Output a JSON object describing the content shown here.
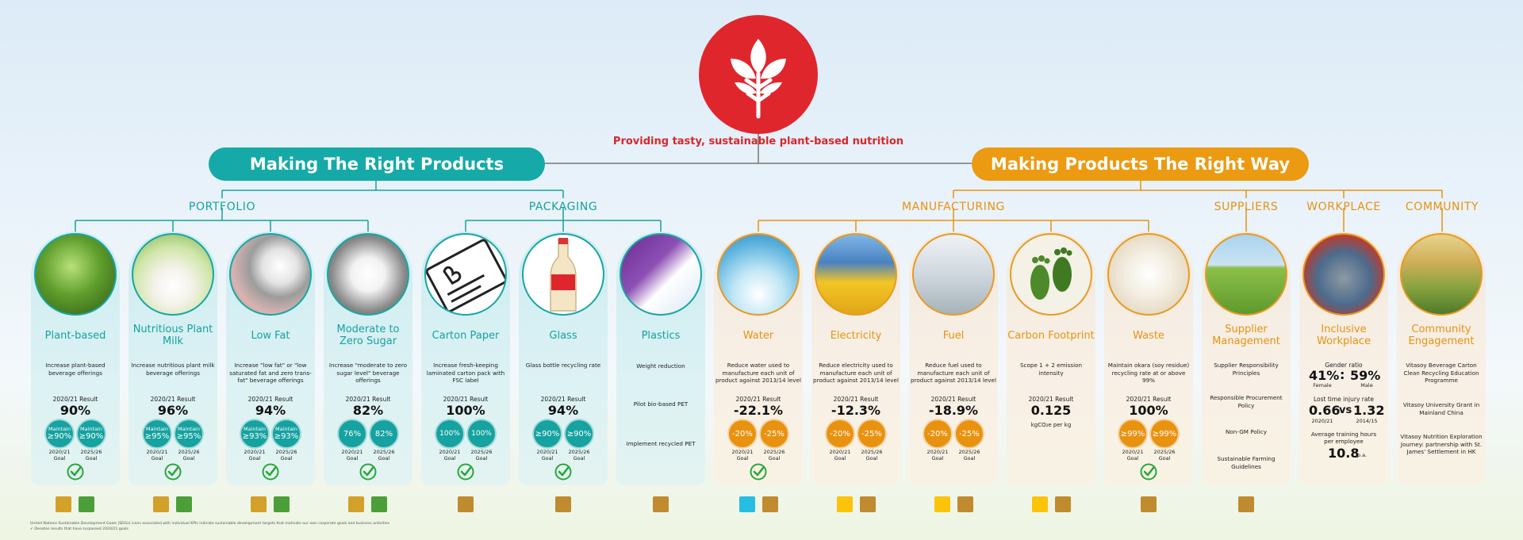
{
  "tagline": "Providing tasty, sustainable plant-based nutrition",
  "left_heading": "Making The Right Products",
  "right_heading": "Making Products The Right Way",
  "categories": {
    "portfolio": "PORTFOLIO",
    "packaging": "PACKAGING",
    "manufacturing": "MANUFACTURING",
    "suppliers": "SUPPLIERS",
    "workplace": "WORKPLACE",
    "community": "COMMUNITY"
  },
  "labels": {
    "result": "2020/21 Result",
    "goal_2021": "2020/21",
    "goal_2526": "2025/26",
    "goal": "Goal",
    "maintain": "Maintain"
  },
  "pillars": [
    {
      "title": "Plant-based",
      "desc": "Increase plant-based beverage offerings",
      "result": "90%",
      "b1": "≥90%",
      "b2": "≥90%",
      "maintain": true
    },
    {
      "title": "Nutritious Plant Milk",
      "desc": "Increase nutritious plant milk beverage offerings",
      "result": "96%",
      "b1": "≥95%",
      "b2": "≥95%",
      "maintain": true
    },
    {
      "title": "Low Fat",
      "desc": "Increase \"low fat\" or \"low saturated fat and zero trans-fat\" beverage offerings",
      "result": "94%",
      "b1": "≥93%",
      "b2": "≥93%",
      "maintain": true
    },
    {
      "title": "Moderate to Zero Sugar",
      "desc": "Increase \"moderate to zero sugar level\" beverage offerings",
      "result": "82%",
      "b1": "76%",
      "b2": "82%"
    },
    {
      "title": "Carton Paper",
      "desc": "Increase fresh-keeping laminated carton pack with FSC label",
      "result": "100%",
      "b1": "100%",
      "b2": "100%"
    },
    {
      "title": "Glass",
      "desc": "Glass bottle recycling rate",
      "result": "94%",
      "b1": "≥90%",
      "b2": "≥90%"
    },
    {
      "title": "Plastics",
      "items": [
        "Weight reduction",
        "Pilot bio-based PET",
        "Implement recycled PET"
      ]
    },
    {
      "title": "Water",
      "desc": "Reduce water used to manufacture each unit of product against 2013/14 level",
      "result": "-22.1%",
      "b1": "-20%",
      "b2": "-25%"
    },
    {
      "title": "Electricity",
      "desc": "Reduce electricity used to manufacture each unit of product against 2013/14 level",
      "result": "-12.3%",
      "b1": "-20%",
      "b2": "-25%"
    },
    {
      "title": "Fuel",
      "desc": "Reduce fuel used to manufacture each unit of product against 2013/14 level",
      "result": "-18.9%",
      "b1": "-20%",
      "b2": "-25%"
    },
    {
      "title": "Carbon Footprint",
      "desc": "Scope 1 + 2 emission intensity",
      "result": "0.125",
      "unit": "kgCO₂e per kg"
    },
    {
      "title": "Waste",
      "desc": "Maintain okara (soy residue) recycling rate at or above 99%",
      "result": "100%",
      "b1": "≥99%",
      "b2": "≥99%"
    },
    {
      "title": "Supplier Management",
      "items": [
        "Supplier Responsibility Principles",
        "Responsible Procurement Policy",
        "Non-GM Policy",
        "Sustainable Farming Guidelines"
      ]
    },
    {
      "title": "Inclusive Workplace"
    },
    {
      "title": "Community Engagement",
      "items": [
        "Vitasoy Beverage Carton Clean Recycling Education Programme",
        "Vitasoy University Grant in Mainland China",
        "Vitasoy Nutrition Exploration Journey: partnership with St. James' Settlement in HK"
      ]
    }
  ],
  "workplace": {
    "gender_label": "Gender ratio",
    "female": "41%",
    "male": "59%",
    "female_label": "Female",
    "male_label": "Male",
    "colon": ":",
    "injury_label": "Lost time injury rate",
    "injury_now": "0.66",
    "vs": "vs",
    "injury_base": "1.32",
    "year_now": "2020/21",
    "year_base": "2014/15",
    "training_label": "Average training hours per employee",
    "training_value": "10.8",
    "training_unit": "p.a."
  },
  "colors": {
    "teal": "#15a2a0",
    "orange": "#e89210",
    "red": "#e0262d"
  },
  "footnote": [
    "United Nations Sustainable Development Goals (SDGs) icons associated with individual KPIs indicate sustainable development targets that motivate our own corporate goals and business activities",
    "Denotes results that have surpassed 2020/21 goals"
  ]
}
